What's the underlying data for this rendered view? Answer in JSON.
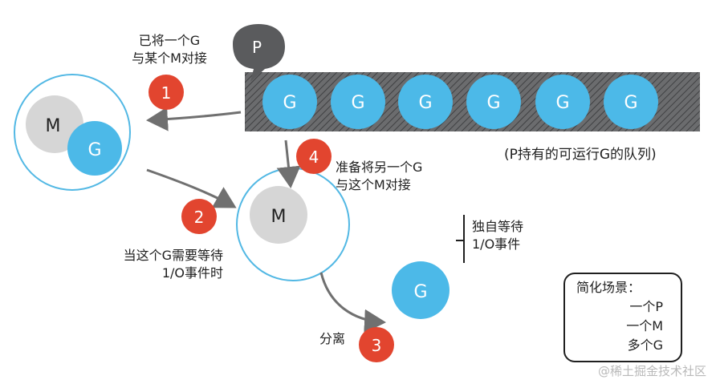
{
  "p_label": "P",
  "queue": {
    "items": [
      "G",
      "G",
      "G",
      "G",
      "G",
      "G"
    ],
    "caption": "(P持有的可运行G的队列)"
  },
  "machine1": {
    "m_label": "M",
    "g_label": "G"
  },
  "machine2": {
    "m_label": "M"
  },
  "detached_g": {
    "label": "G"
  },
  "steps": [
    {
      "num": "1",
      "line1": "已将一个G",
      "line2": "与某个M对接"
    },
    {
      "num": "2",
      "line1": "当这个G需要等待",
      "line2": "1/O事件时"
    },
    {
      "num": "3",
      "line1": "分离",
      "line2": ""
    },
    {
      "num": "4",
      "line1": "准备将另一个G",
      "line2": "与这个M对接"
    }
  ],
  "wait_note": {
    "line1": "独自等待",
    "line2": "1/O事件"
  },
  "summary": {
    "title": "简化场景：",
    "items": [
      "一个P",
      "一个M",
      "多个G"
    ]
  },
  "watermark": "@稀土掘金技术社区",
  "colors": {
    "blue": "#4cb9e8",
    "gray": "#d6d6d6",
    "dark": "#5a5b5d",
    "red": "#e2452f",
    "ring": "#52b8e4"
  }
}
